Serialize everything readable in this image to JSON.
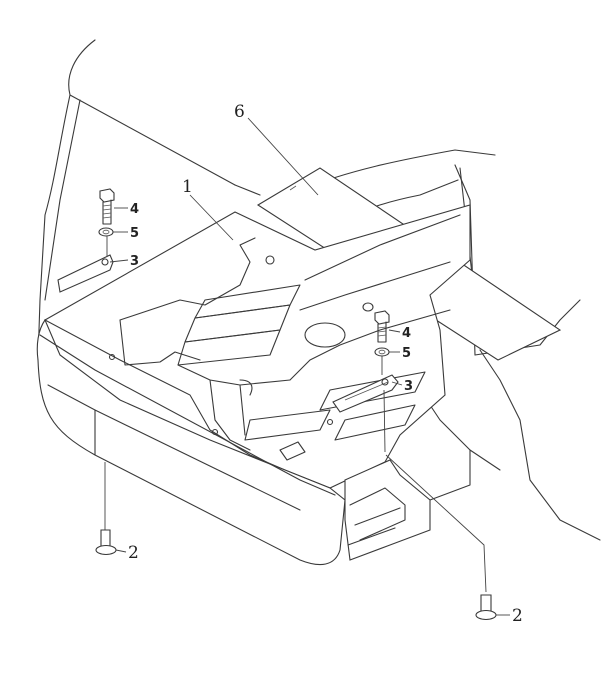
{
  "callouts": {
    "c1": "1",
    "c6": "6",
    "c4a": "4",
    "c5a": "5",
    "c3a": "3",
    "c4b": "4",
    "c5b": "5",
    "c3b": "3",
    "c2a": "2",
    "c2b": "2"
  },
  "colors": {
    "line": "#3a3a3a",
    "background": "#ffffff"
  }
}
